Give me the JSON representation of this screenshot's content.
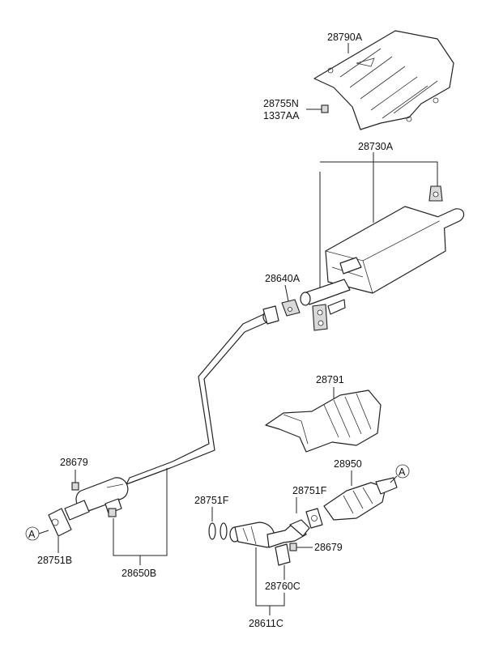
{
  "labels": {
    "heat_shield_upper": "28790A",
    "nut": "28755N",
    "nut_alt": "1337AA",
    "muffler": "28730A",
    "clamp": "28640A",
    "heat_shield_lower": "28791",
    "catalytic_converter": "28950",
    "gasket_f_right": "28751F",
    "gasket_f_left": "28751F",
    "nut_front": "28679",
    "nut_center": "28679",
    "gasket_b": "28751B",
    "center_pipe": "28650B",
    "hanger": "28760C",
    "front_pipe": "28611C",
    "ref_left": "A",
    "ref_right": "A"
  }
}
